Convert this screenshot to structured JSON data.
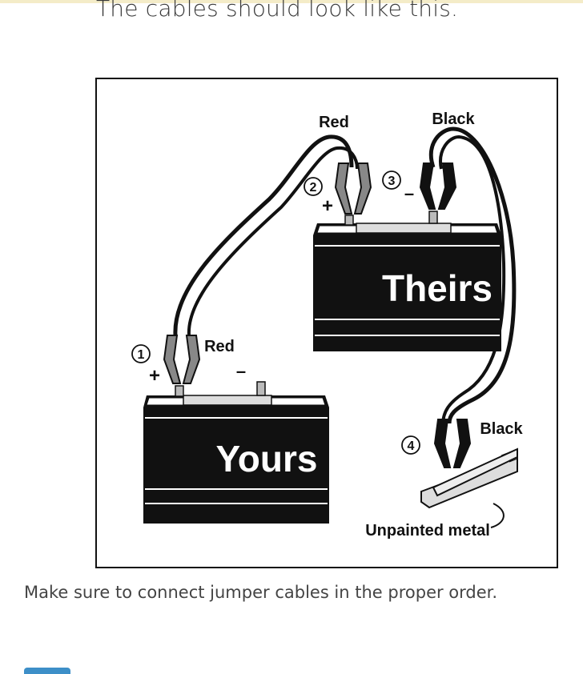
{
  "heading": "The cables should look like this.",
  "figure": {
    "label_red_top": "Red",
    "label_black_top": "Black",
    "label_red_left": "Red",
    "label_black_right": "Black",
    "battery_theirs": "Theirs",
    "battery_yours": "Yours",
    "unpainted_metal": "Unpainted metal",
    "step1": "1",
    "step2": "2",
    "step3": "3",
    "step4": "4",
    "plus": "+",
    "minus": "–"
  },
  "caption": "Make sure to connect jumper cables in the proper order."
}
